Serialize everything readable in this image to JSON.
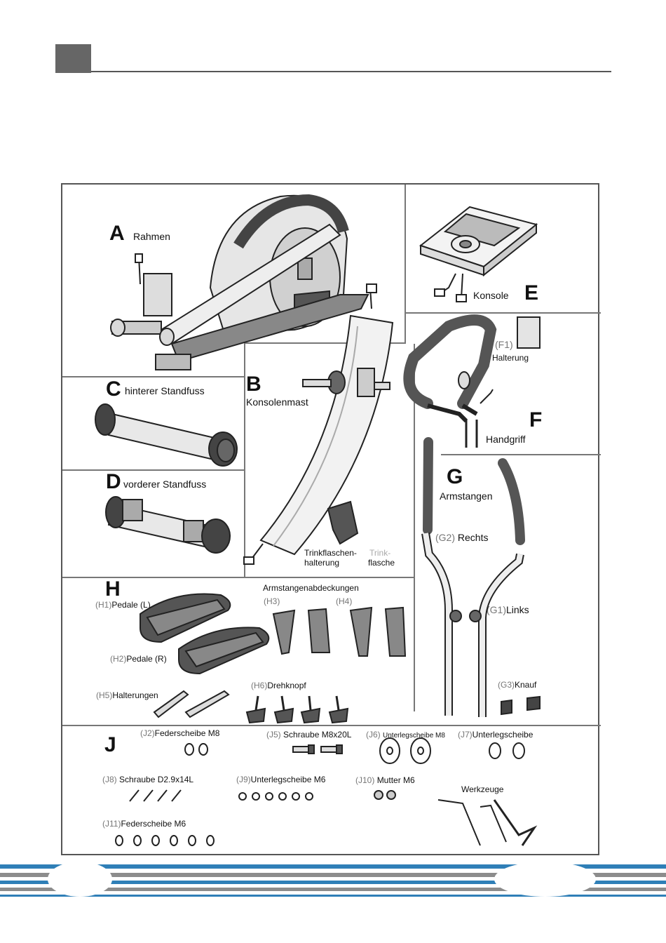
{
  "parts": {
    "A": {
      "letter": "A",
      "name": "Rahmen"
    },
    "B": {
      "letter": "B",
      "name": "Konsolenmast",
      "bottle_holder": "Trinkflaschen-",
      "bottle_holder2": "halterung",
      "bottle_a": "Trink-",
      "bottle_b": "flasche"
    },
    "C": {
      "letter": "C",
      "name": "hinterer Standfuss"
    },
    "D": {
      "letter": "D",
      "name": "vorderer Standfuss"
    },
    "E": {
      "letter": "E",
      "name": "Konsole"
    },
    "F": {
      "letter": "F",
      "name": "Handgriff",
      "f1_code": "(F1)",
      "f1_name": "Halterung"
    },
    "G": {
      "letter": "G",
      "name": "Armstangen",
      "g2_code": "(G2)",
      "g2_name": "Rechts",
      "g1_code": "(G1)",
      "g1_name": "Links",
      "g3_code": "(G3)",
      "g3_name": "Knauf"
    },
    "H": {
      "letter": "H",
      "h1_code": "(H1)",
      "h1_name": "Pedale (L)",
      "h2_code": "(H2)",
      "h2_name": "Pedale (R)",
      "covers": "Armstangenabdeckungen",
      "h3_code": "(H3)",
      "h4_code": "(H4)",
      "h5_code": "(H5)",
      "h5_name": "Halterungen",
      "h6_code": "(H6)",
      "h6_name": "Drehknopf"
    },
    "J": {
      "letter": "J",
      "j2_code": "(J2)",
      "j2_name": "Federscheibe M8",
      "j5_code": "(J5)",
      "j5_name": "Schraube M8x20L",
      "j6_code": "(J6)",
      "j6_name": "Unterlegscheibe M8",
      "j7_code": "(J7)",
      "j7_name": "Unterlegscheibe",
      "j8_code": "(J8)",
      "j8_name": "Schraube D2.9x14L",
      "j9_code": "(J9)",
      "j9_name": "Unterlegscheibe M6",
      "j10_code": "(J10)",
      "j10_name": "Mutter M6",
      "j11_code": "(J11)",
      "j11_name": "Federscheibe M6",
      "tools": "Werkzeuge"
    }
  },
  "colors": {
    "header_box": "#666666",
    "frame": "#555555",
    "stripe_blue": "#2f7fb7",
    "stripe_gray": "#8c8c8c"
  }
}
